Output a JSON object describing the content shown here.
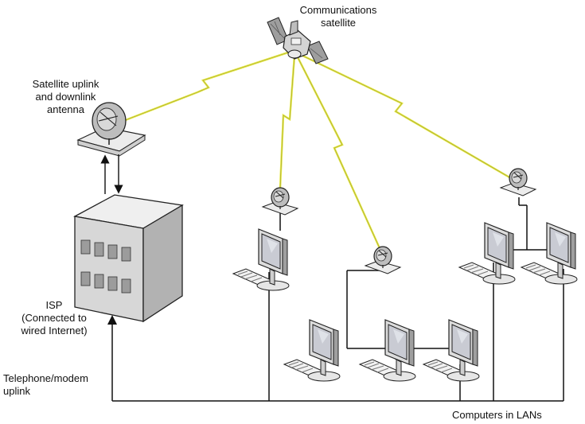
{
  "labels": {
    "satellite": "Communications\nsatellite",
    "antenna": "Satellite uplink\nand downlink\nantenna",
    "isp": "ISP\n(Connected to\nwired Internet)",
    "telephone": "Telephone/modem\nuplink",
    "lans": "Computers in LANs"
  },
  "colors": {
    "link": "#e6e84a",
    "line": "#111111",
    "building_front": "#d7d7d7",
    "building_side": "#b2b2b2",
    "building_top": "#efefef",
    "screen": "#c9cbd3"
  },
  "icons": {
    "satellite": "satellite-icon",
    "dish": "satellite-dish-icon",
    "building": "building-icon",
    "computer": "desktop-computer-icon"
  }
}
